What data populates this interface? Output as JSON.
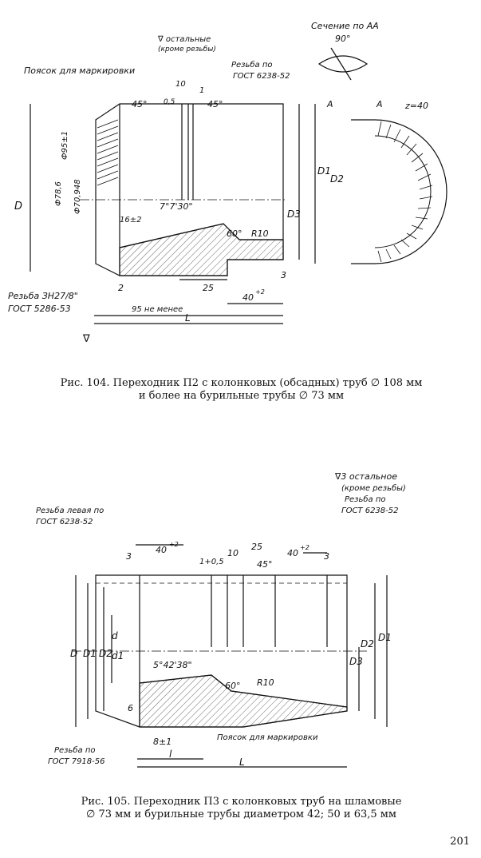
{
  "page_number": "201",
  "figure1": {
    "caption_line1": "Рис. 104. Переходник П2 с колонковых (обсадных) труб ∅ 108 мм",
    "caption_line2": "и более на бурильные трубы ∅ 73 мм",
    "labels": {
      "section": "Сечение по АА",
      "angle90": "90°",
      "roughness": "∇ остальные",
      "roughness_note": "(кроме резьбы)",
      "marking_band": "Поясок для маркировки",
      "thread_std": "Резьба по",
      "thread_gost": "ГОСТ 6238-52",
      "dim10": "10",
      "dim1": "1",
      "dim45a": "45°",
      "dim45b": "45°",
      "dim05": "0,5",
      "phi95": "Ф95±1",
      "phi786": "Ф78,6",
      "phi70948": "Ф70,948",
      "D": "D",
      "angle7": "7°7'30\"",
      "dim16": "16±2",
      "angle60": "60°",
      "R10": "R10",
      "D1": "D1",
      "D2": "D2",
      "D3": "D3",
      "z40": "z=40",
      "A1": "А",
      "A2": "А",
      "dim2": "2",
      "dim25": "25",
      "dim3": "3",
      "thread_left1": "Резьба ЗН27/8\"",
      "thread_left2": "ГОСТ 5286-53",
      "dim95": "95 не менее",
      "dim40": "40",
      "dim40tol": "+2",
      "L": "L",
      "rough_sym": "∇"
    }
  },
  "figure2": {
    "caption_line1": "Рис. 105. Переходник П3 с колонковых труб на шламовые",
    "caption_line2": "∅ 73 мм и бурильные трубы диаметром 42; 50 и 63,5 мм",
    "labels": {
      "roughness": "∇3 остальное",
      "roughness_note": "(кроме резьбы)",
      "thread_std": "Резьба по",
      "thread_gost": "ГОСТ 6238-52",
      "thread_left": "Резьба левая по",
      "thread_left_gost": "ГОСТ 6238-52",
      "dim3a": "3",
      "dim40a": "40",
      "dim40a_tol": "+2",
      "dim05": "1+0,5",
      "dim10": "10",
      "dim25": "25",
      "dim45": "45°",
      "dim40b": "40",
      "dim40b_tol": "+2",
      "dim3b": "3",
      "D": "D",
      "D1": "D1",
      "D2": "D2",
      "d": "d",
      "d1": "d1",
      "angle": "5°42'38\"",
      "angle60": "60°",
      "R10": "R10",
      "D3": "D3",
      "D2r": "D2",
      "D1r": "D1",
      "rough6": "6",
      "marking_band": "Поясок для маркировки",
      "thread_bottom": "Резьба по",
      "thread_bottom_gost": "ГОСТ 7918-56",
      "dim8": "8±1",
      "l": "l",
      "L": "L"
    }
  }
}
